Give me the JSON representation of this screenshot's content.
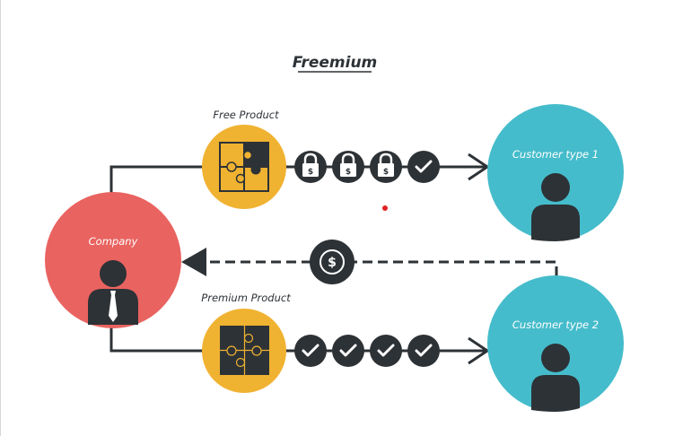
{
  "title": "Freemium",
  "colors": {
    "dark": "#2d3236",
    "company": "#e96360",
    "product": "#f0b231",
    "customer": "#45bccb",
    "marker": "#e02020",
    "white": "#ffffff"
  },
  "nodes": {
    "company": {
      "label": "Company",
      "icon": "businessman-icon"
    },
    "free_product": {
      "label": "Free Product",
      "icon": "puzzle-partial-icon"
    },
    "premium_product": {
      "label": "Premium Product",
      "icon": "puzzle-complete-icon"
    },
    "customer_1": {
      "label": "Customer type 1",
      "icon": "person-icon"
    },
    "customer_2": {
      "label": "Customer type 2",
      "icon": "person-icon"
    }
  },
  "flows": {
    "free_path": {
      "steps": [
        {
          "icon": "locked-dollar-icon",
          "glyph": "$"
        },
        {
          "icon": "locked-dollar-icon",
          "glyph": "$"
        },
        {
          "icon": "locked-dollar-icon",
          "glyph": "$"
        },
        {
          "icon": "check-icon",
          "glyph": "✓"
        }
      ]
    },
    "premium_path": {
      "steps": [
        {
          "icon": "check-icon",
          "glyph": "✓"
        },
        {
          "icon": "check-icon",
          "glyph": "✓"
        },
        {
          "icon": "check-icon",
          "glyph": "✓"
        },
        {
          "icon": "check-icon",
          "glyph": "✓"
        }
      ]
    },
    "payment": {
      "icon": "dollar-coin-icon",
      "glyph": "$"
    }
  }
}
